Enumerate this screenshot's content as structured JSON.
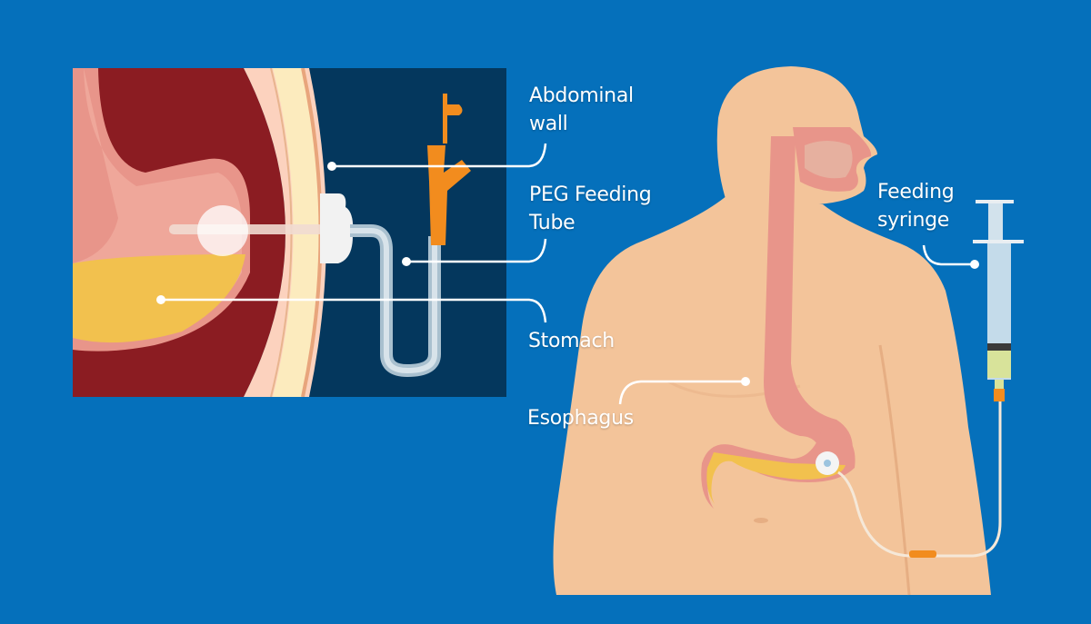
{
  "labels": {
    "abdominal_wall": [
      "Abdominal",
      "wall"
    ],
    "peg_tube": [
      "PEG Feeding",
      "Tube"
    ],
    "stomach": "Stomach",
    "esophagus": "Esophagus",
    "syringe": [
      "Feeding",
      "syringe"
    ]
  },
  "colors": {
    "background": "#0570BB",
    "inset_background": "#04375D",
    "inset_body_cavity": "#8B1C22",
    "skin": "#F3C49A",
    "esophagus": "#E8958A",
    "stomach_contents": "#F2C14E",
    "tube_connector": "#F28C1E"
  }
}
